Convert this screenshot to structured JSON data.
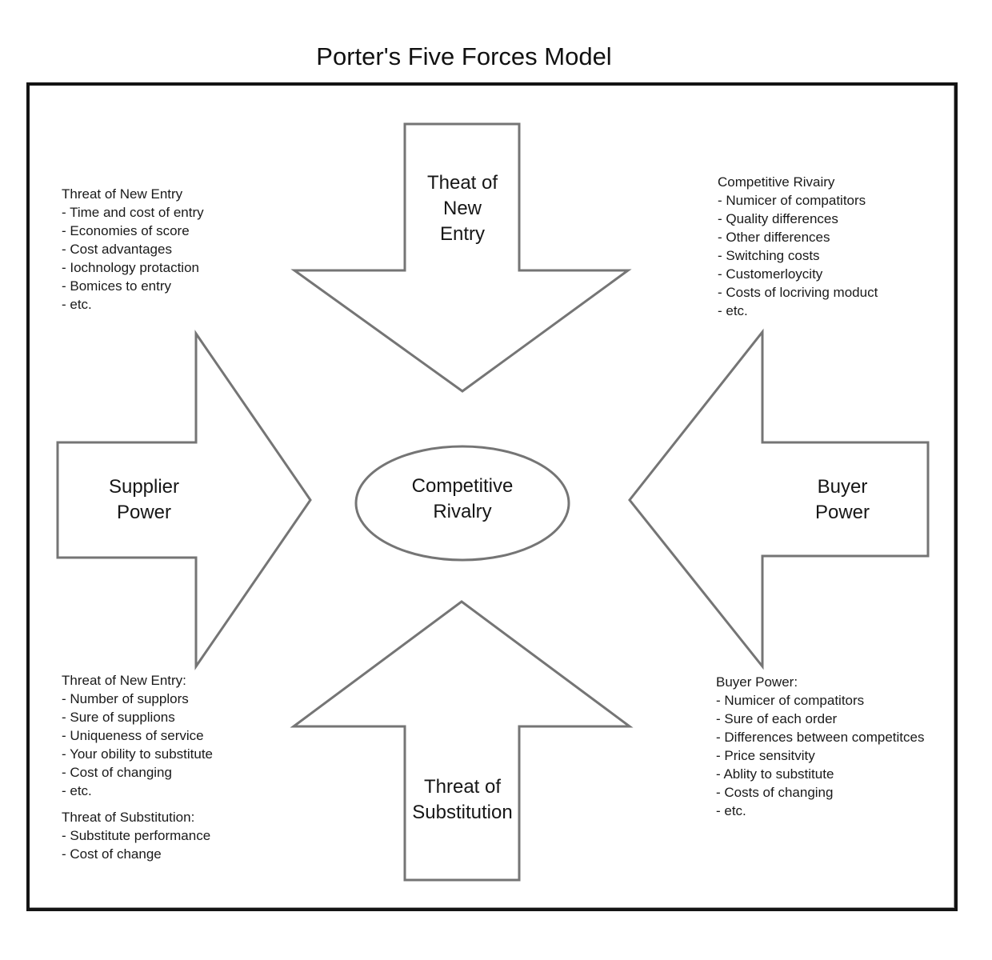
{
  "title": "Porter's Five Forces Model",
  "colors": {
    "diagram_stroke": "#757575",
    "frame_border": "#141414",
    "text": "#1a1a1a",
    "background": "#ffffff"
  },
  "center": {
    "label_lines": [
      "Competitive",
      "Rivalry"
    ]
  },
  "arrows": {
    "top": {
      "label_lines": [
        "Theat of",
        "New",
        "Entry"
      ]
    },
    "left": {
      "label_lines": [
        "Supplier",
        "Power"
      ]
    },
    "right": {
      "label_lines": [
        "Buyer",
        "Power"
      ]
    },
    "bottom": {
      "label_lines": [
        "Threat of",
        "Substitution"
      ]
    }
  },
  "notes": {
    "top_left": {
      "header": "Threat of New Entry",
      "items": [
        "- Time and cost of entry",
        "- Economies of score",
        "- Cost advantages",
        "- Iochnology protaction",
        "- Bomices to entry",
        "- etc."
      ]
    },
    "top_right": {
      "header": "Competitive Rivairy",
      "items": [
        "- Numicer of compatitors",
        "- Quality differences",
        "- Other differences",
        "- Switching costs",
        "- Customerloycity",
        "- Costs of locriving moduct",
        "- etc."
      ]
    },
    "bottom_left_group1": {
      "header": "Threat of New Entry:",
      "items": [
        "- Number of supplors",
        "- Sure of supplions",
        "- Uniqueness of service",
        "- Your obility to substitute",
        "- Cost of changing",
        "- etc."
      ]
    },
    "bottom_left_group2": {
      "header": "Threat of Substitution:",
      "items": [
        "- Substitute performance",
        "- Cost of change"
      ]
    },
    "bottom_right": {
      "header": "Buyer Power:",
      "items": [
        "- Numicer of compatitors",
        "- Sure of each order",
        "- Differences between competitces",
        "- Price sensitvity",
        "- Ablity to substitute",
        "- Costs of changing",
        "- etc."
      ]
    }
  }
}
